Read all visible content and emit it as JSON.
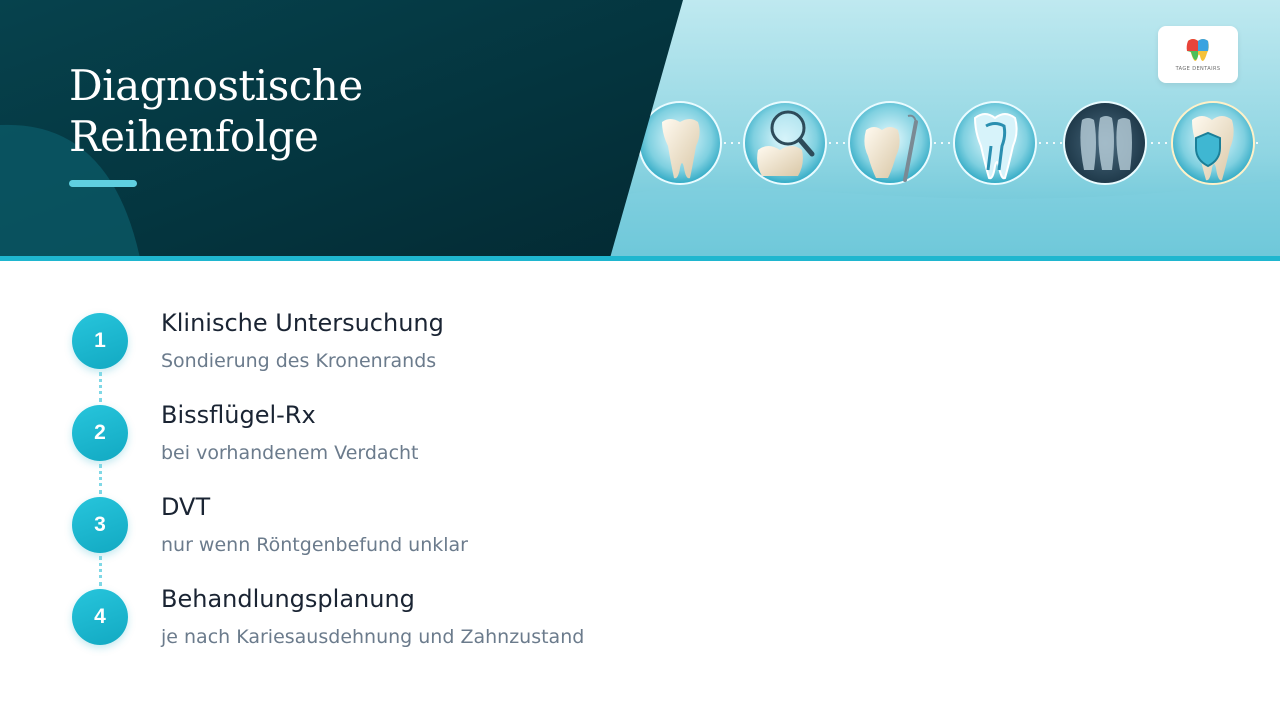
{
  "header": {
    "title_line1": "Diagnostische",
    "title_line2": "Reihenfolge",
    "logo_text": "TAGE DENTAIRS",
    "hero_icons": [
      "tooth-icon",
      "magnifier-tooth-icon",
      "probe-tooth-icon",
      "tooth-cross-section-icon",
      "xray-tooth-icon",
      "shield-tooth-icon"
    ]
  },
  "steps": [
    {
      "number": "1",
      "title": "Klinische Untersuchung",
      "description": "Sondierung des Kronenrands"
    },
    {
      "number": "2",
      "title": "Bissflügel-Rx",
      "description": "bei vorhandenem Verdacht"
    },
    {
      "number": "3",
      "title": "DVT",
      "description": "nur wenn Röntgenbefund unklar"
    },
    {
      "number": "4",
      "title": "Behandlungsplanung",
      "description": "je nach Kariesausdehnung und Zahnzustand"
    }
  ],
  "colors": {
    "accent": "#1fb6cf",
    "dark_panel": "#053a44",
    "title_text": "#ffffff",
    "step_title": "#1a2433",
    "step_desc": "#6b7b8c"
  }
}
